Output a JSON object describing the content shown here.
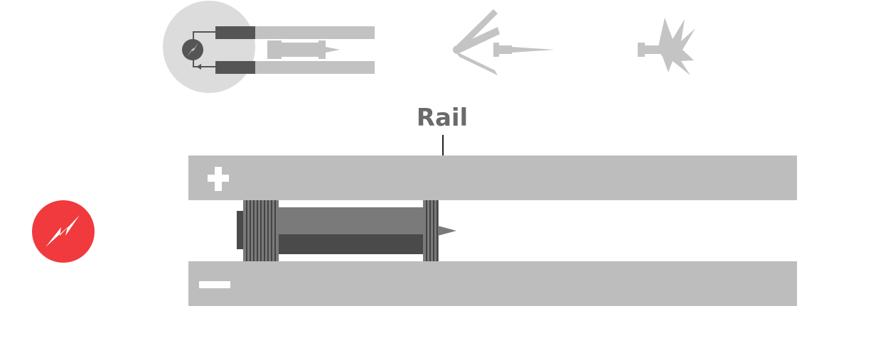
{
  "labels": {
    "rail": "Rail"
  },
  "steps": [
    {
      "id": "step-1",
      "name": "",
      "state": "active"
    },
    {
      "id": "step-2",
      "name": "",
      "state": "inactive"
    },
    {
      "id": "step-3",
      "name": "",
      "state": "inactive"
    }
  ],
  "colors": {
    "rail": "#bdbdbd",
    "projectile_light": "#7a7a7a",
    "projectile_dark": "#4a4a4a",
    "highlight_circle": "#dcdcdc",
    "power_button": "#f03a3e",
    "thumb_dark": "#555555",
    "muted": "#c4c4c4"
  },
  "icons": {
    "power": "lightning-bolt-icon",
    "plus": "plus-sign-icon",
    "minus": "minus-sign-icon"
  }
}
